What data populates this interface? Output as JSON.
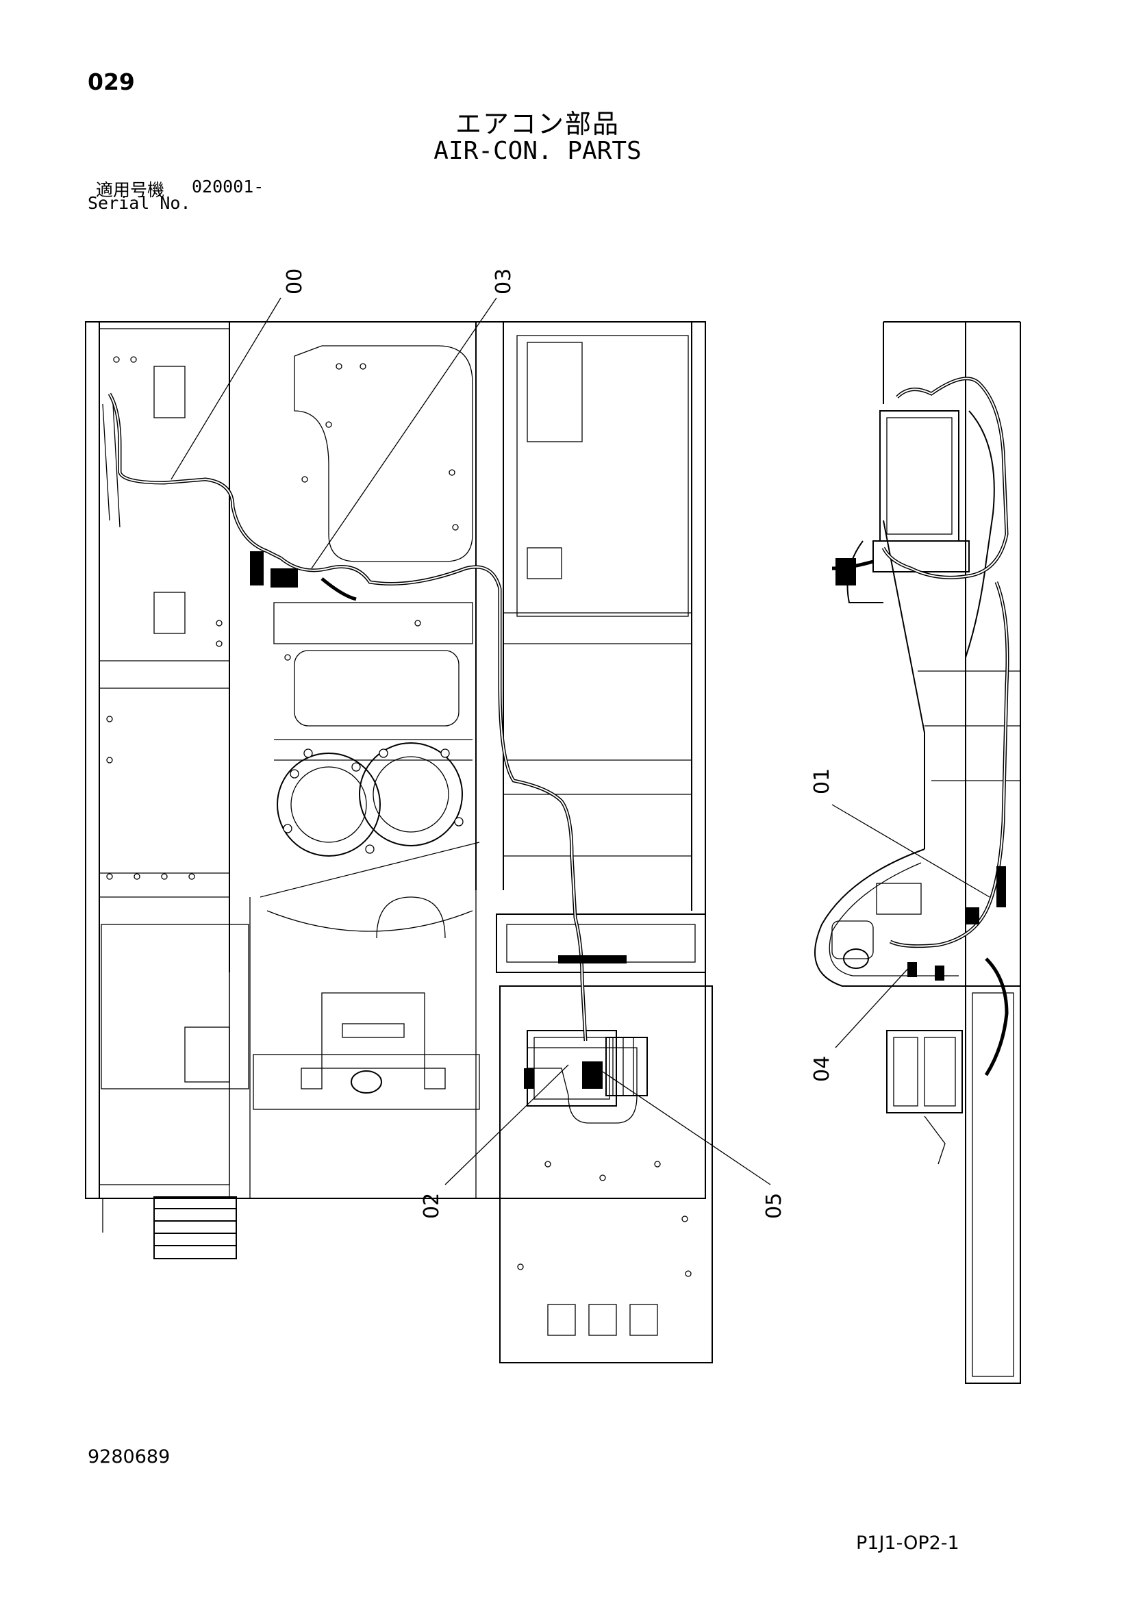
{
  "header": {
    "page_number": "029",
    "title_jp": "エアコン部品",
    "title_en": "AIR-CON. PARTS",
    "serial_label_jp": "適用号機",
    "serial_number": "020001-",
    "serial_label_en": "Serial No."
  },
  "callouts": [
    "00",
    "03",
    "01",
    "04",
    "02",
    "05"
  ],
  "footer": {
    "doc_number": "9280689",
    "page_code": "P1J1-OP2-1"
  }
}
